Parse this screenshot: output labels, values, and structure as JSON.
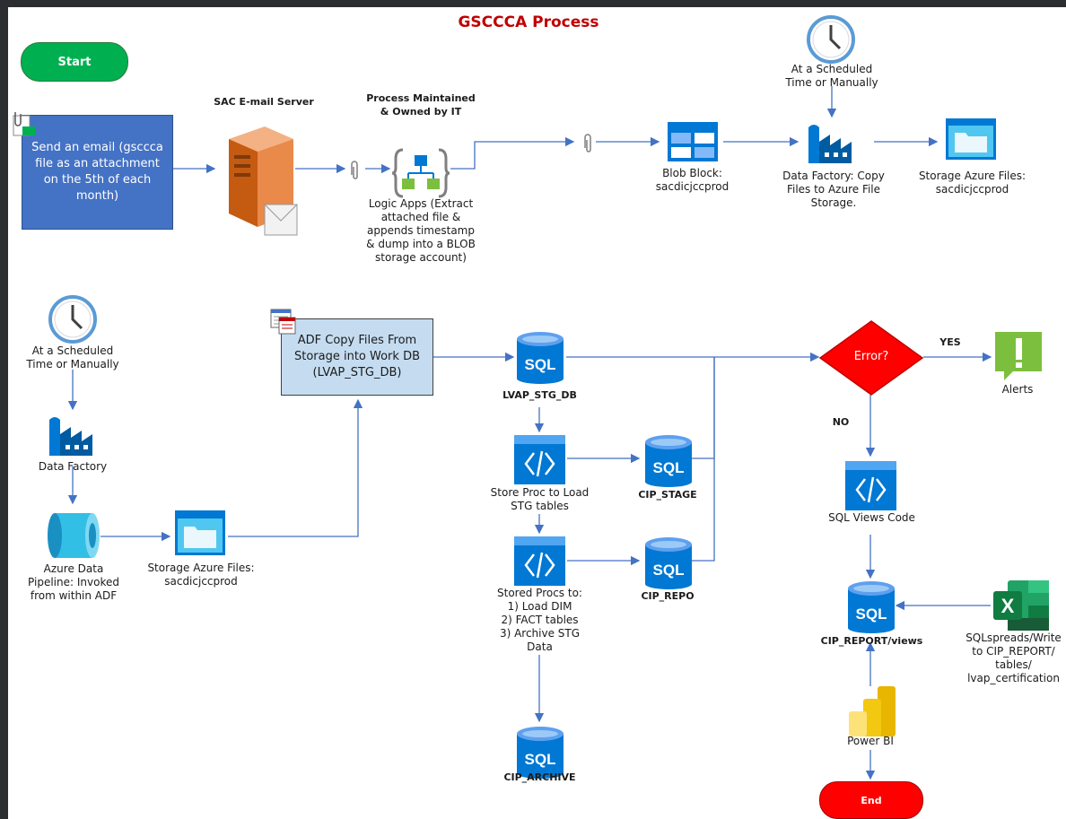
{
  "title": "GSCCCA Process",
  "start": "Start",
  "end": "End",
  "email": "Send an email (gsccca file as an attachment on the 5th of each month)",
  "sac_server": "SAC E-mail Server",
  "process_maintained": "Process Maintained & Owned by IT",
  "logic_apps": "Logic Apps (Extract attached file & appends timestamp & dump into a BLOB storage account)",
  "blob_block": "Blob Block:\nsacdicjccprod",
  "schedule_top": "At a Scheduled\nTime or Manually",
  "data_factory_copy": "Data Factory: Copy\nFiles to Azure File\nStorage.",
  "storage_top": "Storage Azure Files:\nsacdicjccprod",
  "schedule_left": "At a Scheduled\nTime or Manually",
  "data_factory": "Data Factory",
  "pipeline": "Azure Data\nPipeline: Invoked\nfrom within  ADF",
  "storage_left": "Storage Azure Files:\nsacdicjccprod",
  "adf_copy": "ADF Copy Files From\nStorage into Work DB\n(LVAP_STG_DB)",
  "lvap_stg_db": "LVAP_STG_DB",
  "sp_load_stg": "Store Proc to Load\nSTG tables",
  "cip_stage": "CIP_STAGE",
  "sp_stored": "Stored Procs to:\n1) Load DIM\n2) FACT tables\n3) Archive STG\nData",
  "cip_repo": "CIP_REPO",
  "cip_archive": "CIP_ARCHIVE",
  "error": "Error?",
  "yes": "YES",
  "no": "NO",
  "alerts": "Alerts",
  "sql_views": "SQL Views Code",
  "cip_report": "CIP_REPORT/views",
  "sqlspreads": "SQLspreads/Write\nto CIP_REPORT/\ntables/\nlvap_certification",
  "power_bi": "Power BI",
  "sql_label": "SQL",
  "colors": {
    "title": "#c00000",
    "green": "#00b050",
    "red": "#ff0000",
    "blue_box": "#4472c4",
    "light_box": "#c5dcf0",
    "line": "#4472c4"
  }
}
